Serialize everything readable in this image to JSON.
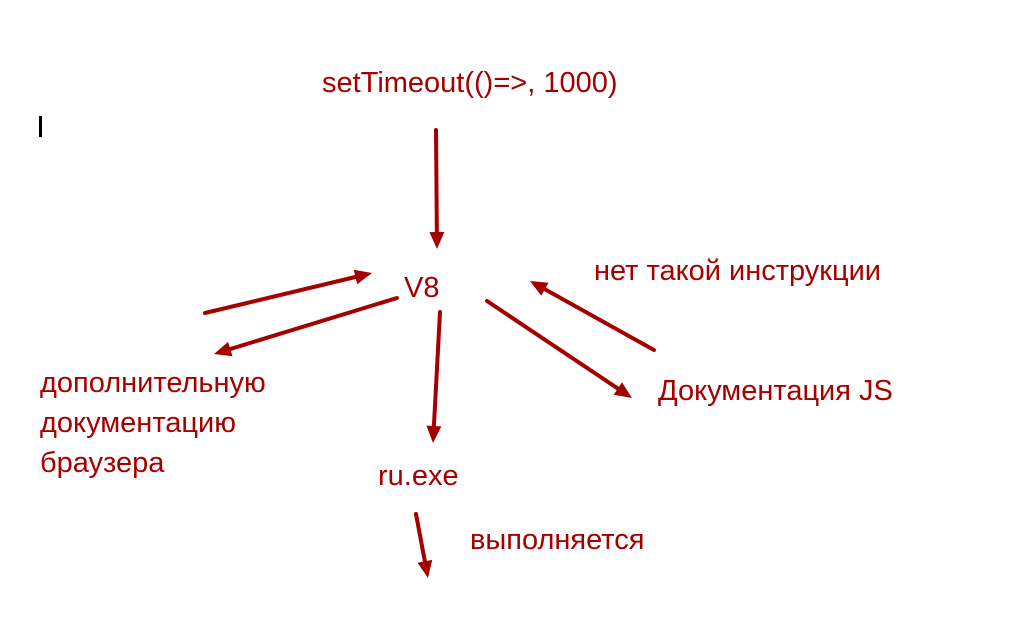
{
  "diagram": {
    "accent_color": "#a50000",
    "nodes": {
      "set_timeout": "setTimeout(()=>, 1000)",
      "v8": "V8",
      "no_instruction": "нет такой инструкции",
      "js_docs": "Документация JS",
      "browser_docs": "дополнительную\nдокументацию\nбраузера",
      "ru_exe": "ru.exe",
      "executes": "выполняется"
    }
  }
}
